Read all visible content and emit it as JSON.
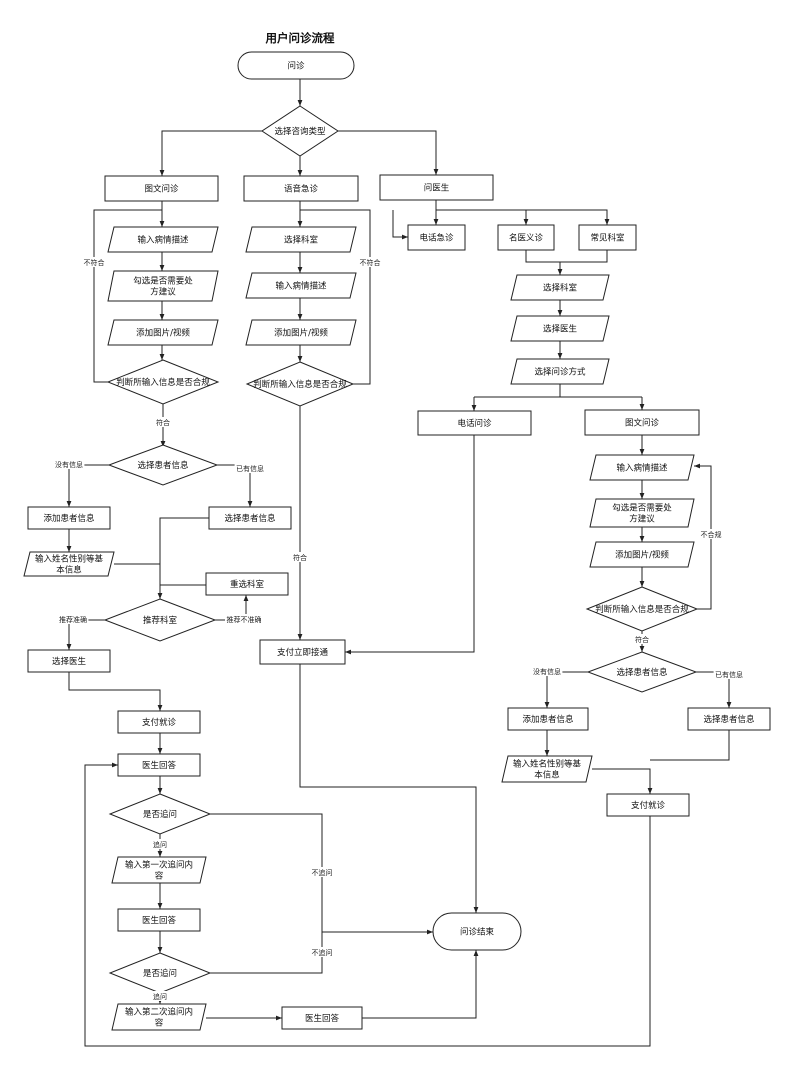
{
  "title": "用户问诊流程",
  "nodes": {
    "start": "问诊",
    "choose_type": "选择咨询类型",
    "tw": "图文问诊",
    "yy": "语音急诊",
    "wys": "问医生",
    "tw_desc": "输入病情描述",
    "tw_rx": "勾选是否需要处方建议",
    "tw_img": "添加图片/视频",
    "tw_judge": "判断所输入信息是否合规",
    "yy_dept": "选择科室",
    "yy_desc": "输入病情描述",
    "yy_img": "添加图片/视频",
    "yy_judge": "判断所输入信息是否合规",
    "dhjz": "电话急诊",
    "myy": "名医义诊",
    "cjks": "常见科室",
    "w_dept": "选择科室",
    "w_doc": "选择医生",
    "w_mode": "选择问诊方式",
    "w_phone": "电话问诊",
    "w_tw": "图文问诊",
    "r_desc": "输入病情描述",
    "r_rx": "勾选是否需要处方建议",
    "r_img": "添加图片/视频",
    "r_judge": "判断所输入信息是否合规",
    "r_patient": "选择患者信息",
    "r_add": "添加患者信息",
    "r_input": "输入姓名性别等基本信息",
    "r_sel": "选择患者信息",
    "r_pay": "支付就诊",
    "l_patient": "选择患者信息",
    "l_add": "添加患者信息",
    "l_input": "输入姓名性别等基本信息",
    "l_sel": "选择患者信息",
    "l_reselect": "重选科室",
    "l_recommend": "推荐科室",
    "l_doc": "选择医生",
    "l_pay": "支付就诊",
    "l_answer1": "医生回答",
    "l_follow1": "是否追问",
    "l_input1": "输入第一次追问内容",
    "l_answer2": "医生回答",
    "l_follow2": "是否追问",
    "l_input2": "输入第二次追问内容",
    "l_answer3": "医生回答",
    "pay_connect": "支付立即接通",
    "end": "问诊结束"
  },
  "edge_labels": {
    "tw_fail": "不符合",
    "yy_fail": "不符合",
    "tw_pass": "符合",
    "yy_pass": "符合",
    "l_noinfo": "没有信息",
    "l_hasinfo": "已有信息",
    "l_accurate": "推荐准确",
    "l_inaccurate": "推荐不准确",
    "l_ask1": "追问",
    "l_noask1": "不追问",
    "l_ask2": "追问",
    "l_noask2": "不追问",
    "r_fail": "不合规",
    "r_pass": "符合",
    "r_noinfo": "没有信息",
    "r_hasinfo": "已有信息"
  }
}
